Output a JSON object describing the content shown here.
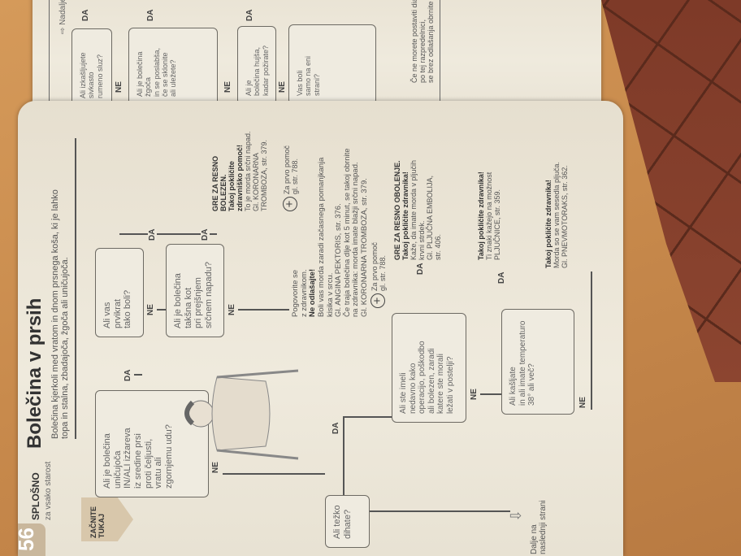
{
  "left_page": {
    "page_number": "56",
    "section": "SPLOŠNO",
    "section_sub": "za vsako starost",
    "title": "Bolečina v prsih",
    "description": "Bolečina kjerkoli med vratom in dnom prsnega koša, ki je lahko\ntopa in stalna, zbadajoča, žgoča ali uničujoča.",
    "start": "ZAČNITE\nTUKAJ",
    "yes": "DA",
    "no": "NE",
    "q1": "Ali je bolečina\nuničujoča\nIN/ALI izžareva\niz sredine prsi\nproti čeljusti,\nvratu ali\nzgornjemu udu?",
    "q2": "Ali vas\nprvikrat\ntako boli?",
    "q3": "Ali je bolečina\ntakšna kot\npri prejšnjem\nsrčnem napadu?",
    "r1_head": "GRE ZA RESNO\nBOLEZEN.",
    "r1_call": "Takoj pokličite\nzdravniško pomoč!",
    "r1_body": "To je morda srčni napad.\nGl. KORONARNA\nTROMBOZA, str. 379.",
    "first_aid_1": "Za prvo pomoč\ngl. str. 788.",
    "r2_head": "Pogovorite se\nz zdravnikom.",
    "r2_bold": "Ne odlašajte!",
    "r2_body": "Boli vas morda zaradi začasnega pomanjkanja\nkisika v srcu.\nGl. ANGINA PEKTORIS, str. 376.\nČe traja bolečina dlje kot 5 minut, se takoj obrnite\nna zdravnika: morda imate blažji srčni napad.\nGl. KORONARNA TROMBOZA, str. 379.",
    "first_aid_2": "Za prvo pomoč\ngl. str. 788.",
    "q4": "Ali težko\ndihate?",
    "q5": "Ali ste imeli\nnedavno kako\noperacijo, poškodbo\nali bolezen, zaradi\nkatere ste morali\nležati v postelji?",
    "r3_head": "GRE ZA RESNO OBOLENJE.",
    "r3_call": "Takoj pokličite zdravnika!",
    "r3_body": "Kaže, da imate morda v pljučih\nkrvni strdek.\nGl. PLJUČNA EMBOLIJA,\nstr. 406.",
    "q6": "Ali kašljate\nin ali imate temperaturo\n38° ali več?",
    "r4_call": "Takoj pokličite zdravnika!",
    "r4_body": "Ti znaki kažejo na možnost\nPLJUČNICE, str. 359.",
    "r5_call": "Takoj pokličite zdravnika!",
    "r5_body": "Morda so se vam sesedla pljuča.\nGl. PNEVMOTORAKS, str. 362.",
    "next": "Dalje na\nnaslednji strani"
  },
  "right_page": {
    "continued": "Nadaljevanje prejšnje strani",
    "q1": "Ali izkašljujete\nsivkasto\nrumeno sluz?",
    "q2": "Ali je bolečina\nžgoča\nin se poslabša,\nče se sklonite\nali uležete?",
    "q3": "Ali je\nbolečina hujša,\nkadar požirate?",
    "q4": "Vas boli\nsamo na eni\nstrani?",
    "yes": "DA",
    "no": "NE",
    "footer": "Če ne morete postaviti diagnoze\npo tej razpredelnici,\nse brez odlašanja obrnite na zdravnika."
  },
  "colors": {
    "page": "#ece6d8",
    "tab": "#c9b79c",
    "ink": "#555555",
    "wood": "#c88a4c"
  }
}
